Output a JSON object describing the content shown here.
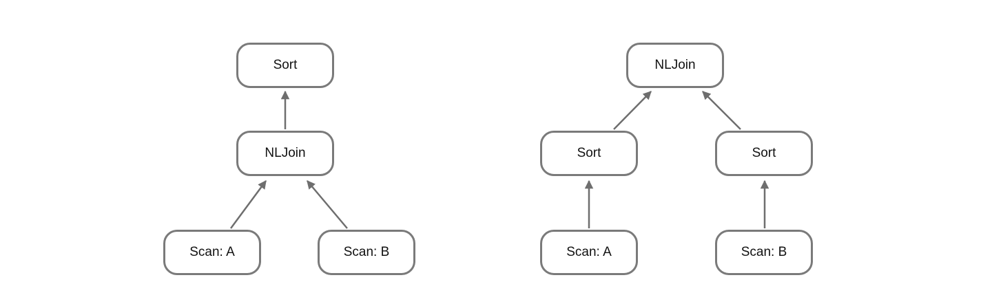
{
  "colors": {
    "node_border": "#7a7a7a",
    "edge": "#6e6e6e",
    "text": "#111111",
    "background": "#ffffff"
  },
  "left_tree": {
    "root": {
      "label": "Sort"
    },
    "join": {
      "label": "NLJoin"
    },
    "scan_a": {
      "label": "Scan: A"
    },
    "scan_b": {
      "label": "Scan: B"
    }
  },
  "right_tree": {
    "root": {
      "label": "NLJoin"
    },
    "sort_a": {
      "label": "Sort"
    },
    "sort_b": {
      "label": "Sort"
    },
    "scan_a": {
      "label": "Scan: A"
    },
    "scan_b": {
      "label": "Scan: B"
    }
  }
}
